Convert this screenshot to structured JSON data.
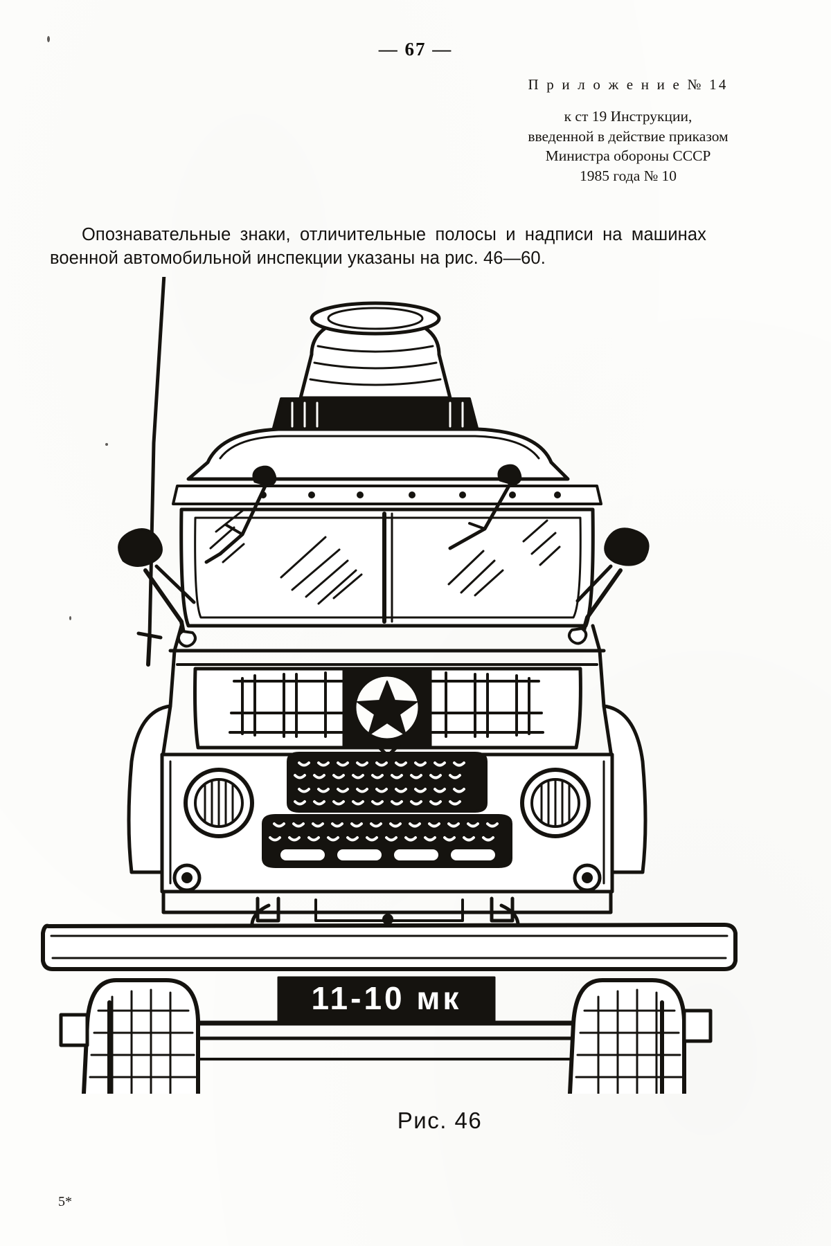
{
  "page": {
    "number_label": "— 67 —",
    "folio_mark": "5*"
  },
  "header": {
    "appendix": "П р и л о ж е н и е  № 14",
    "line2": "к ст 19 Инструкции,",
    "line3": "введенной в действие приказом",
    "line4": "Министра обороны СССР",
    "line5": "1985 года № 10"
  },
  "body": {
    "paragraph": "Опознавательные знаки, отличительные полосы и надписи на машинах военной автомобильной инспекции указаны на рис. 46—60."
  },
  "figure": {
    "caption": "Рис. 46",
    "license_plate": "11-10 мк",
    "subject": "uaz-469-front-view-military-inspection-vehicle"
  },
  "colors": {
    "ink": "#15130f",
    "paper": "#fdfdfb",
    "plate_background": "#151311",
    "plate_text": "#ffffff"
  }
}
